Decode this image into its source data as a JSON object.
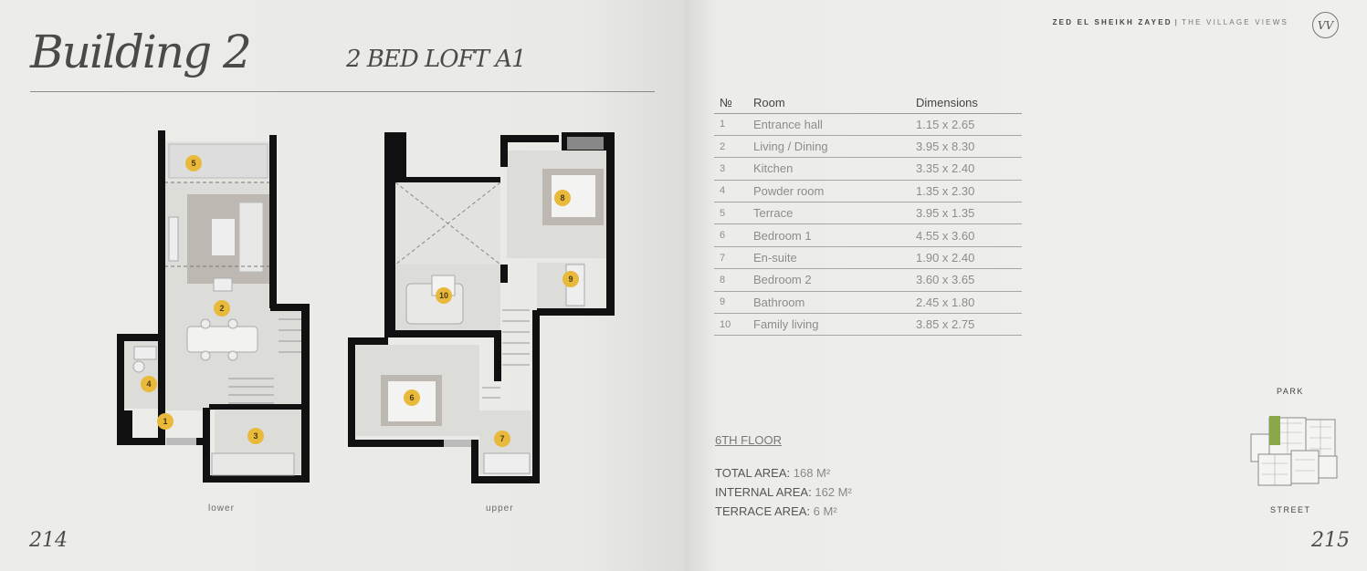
{
  "left_page": {
    "title": "Building 2",
    "subtitle": "2 BED LOFT A1",
    "captions": {
      "lower": "lower",
      "upper": "upper"
    },
    "page_number": "214",
    "room_markers": [
      "1",
      "2",
      "3",
      "4",
      "5",
      "6",
      "7",
      "8",
      "9",
      "10"
    ]
  },
  "right_page": {
    "header": {
      "brand": "ZED EL SHEIKH ZAYED",
      "separator": "|",
      "project": "THE VILLAGE VIEWS"
    },
    "page_number": "215",
    "table": {
      "headers": [
        "№",
        "Room",
        "Dimensions"
      ],
      "rows": [
        [
          "1",
          "Entrance hall",
          "1.15 x 2.65"
        ],
        [
          "2",
          "Living / Dining",
          "3.95 x 8.30"
        ],
        [
          "3",
          "Kitchen",
          "3.35 x 2.40"
        ],
        [
          "4",
          "Powder room",
          "1.35 x 2.30"
        ],
        [
          "5",
          "Terrace",
          "3.95 x 1.35"
        ],
        [
          "6",
          "Bedroom 1",
          "4.55 x 3.60"
        ],
        [
          "7",
          "En-suite",
          "1.90 x 2.40"
        ],
        [
          "8",
          "Bedroom 2",
          "3.60 x 3.65"
        ],
        [
          "9",
          "Bathroom",
          "2.45 x 1.80"
        ],
        [
          "10",
          "Family living",
          "3.85 x 2.75"
        ]
      ]
    },
    "floor": "6TH FLOOR",
    "areas": [
      {
        "label": "TOTAL AREA:",
        "value": "168 M²"
      },
      {
        "label": "INTERNAL AREA:",
        "value": "162 M²"
      },
      {
        "label": "TERRACE AREA:",
        "value": "6 M²"
      }
    ],
    "compass": {
      "top": "PARK",
      "bottom": "STREET"
    }
  },
  "colors": {
    "marker": "#e8b93a",
    "wall": "#111111",
    "highlight": "#8aa84a",
    "floor_fill": "#dcdcd9"
  }
}
